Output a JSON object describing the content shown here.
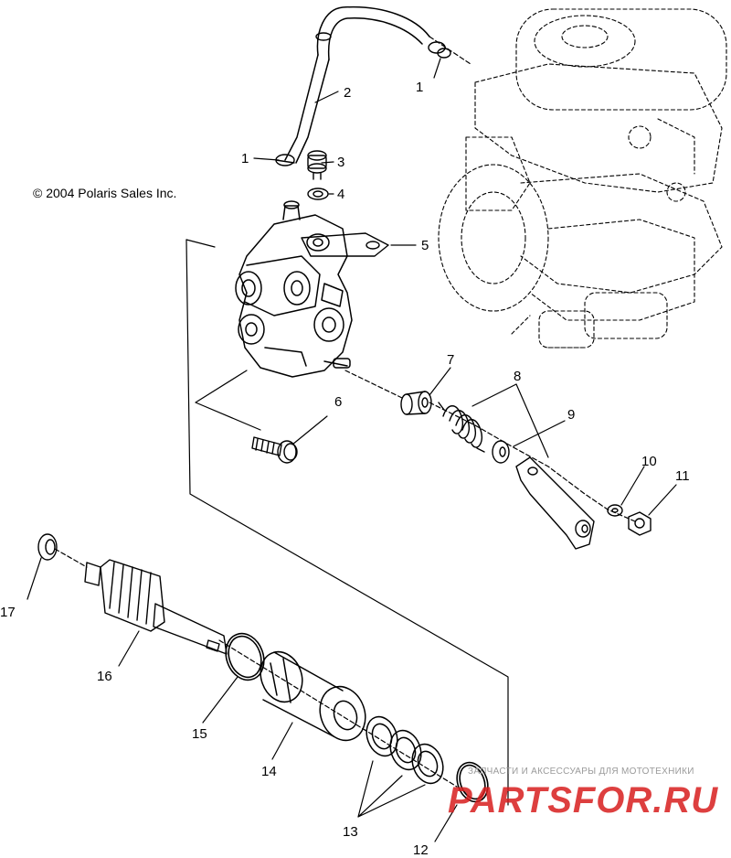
{
  "copyright": "© 2004 Polaris Sales Inc.",
  "callouts": {
    "c1a": "1",
    "c1b": "1",
    "c2": "2",
    "c3": "3",
    "c4": "4",
    "c5": "5",
    "c6": "6",
    "c7": "7",
    "c8": "8",
    "c9": "9",
    "c10": "10",
    "c11": "11",
    "c12": "12",
    "c13": "13",
    "c14": "14",
    "c15": "15",
    "c16": "16",
    "c17": "17"
  },
  "watermark": {
    "tagline": "ЗАПЧАСТИ И АКСЕССУАРЫ ДЛЯ МОТОТЕХНИКИ",
    "logo": "PARTSFOR.RU"
  },
  "colors": {
    "line": "#000000",
    "watermark_red": "#d81e1e",
    "watermark_gray": "#9a9a9a"
  }
}
